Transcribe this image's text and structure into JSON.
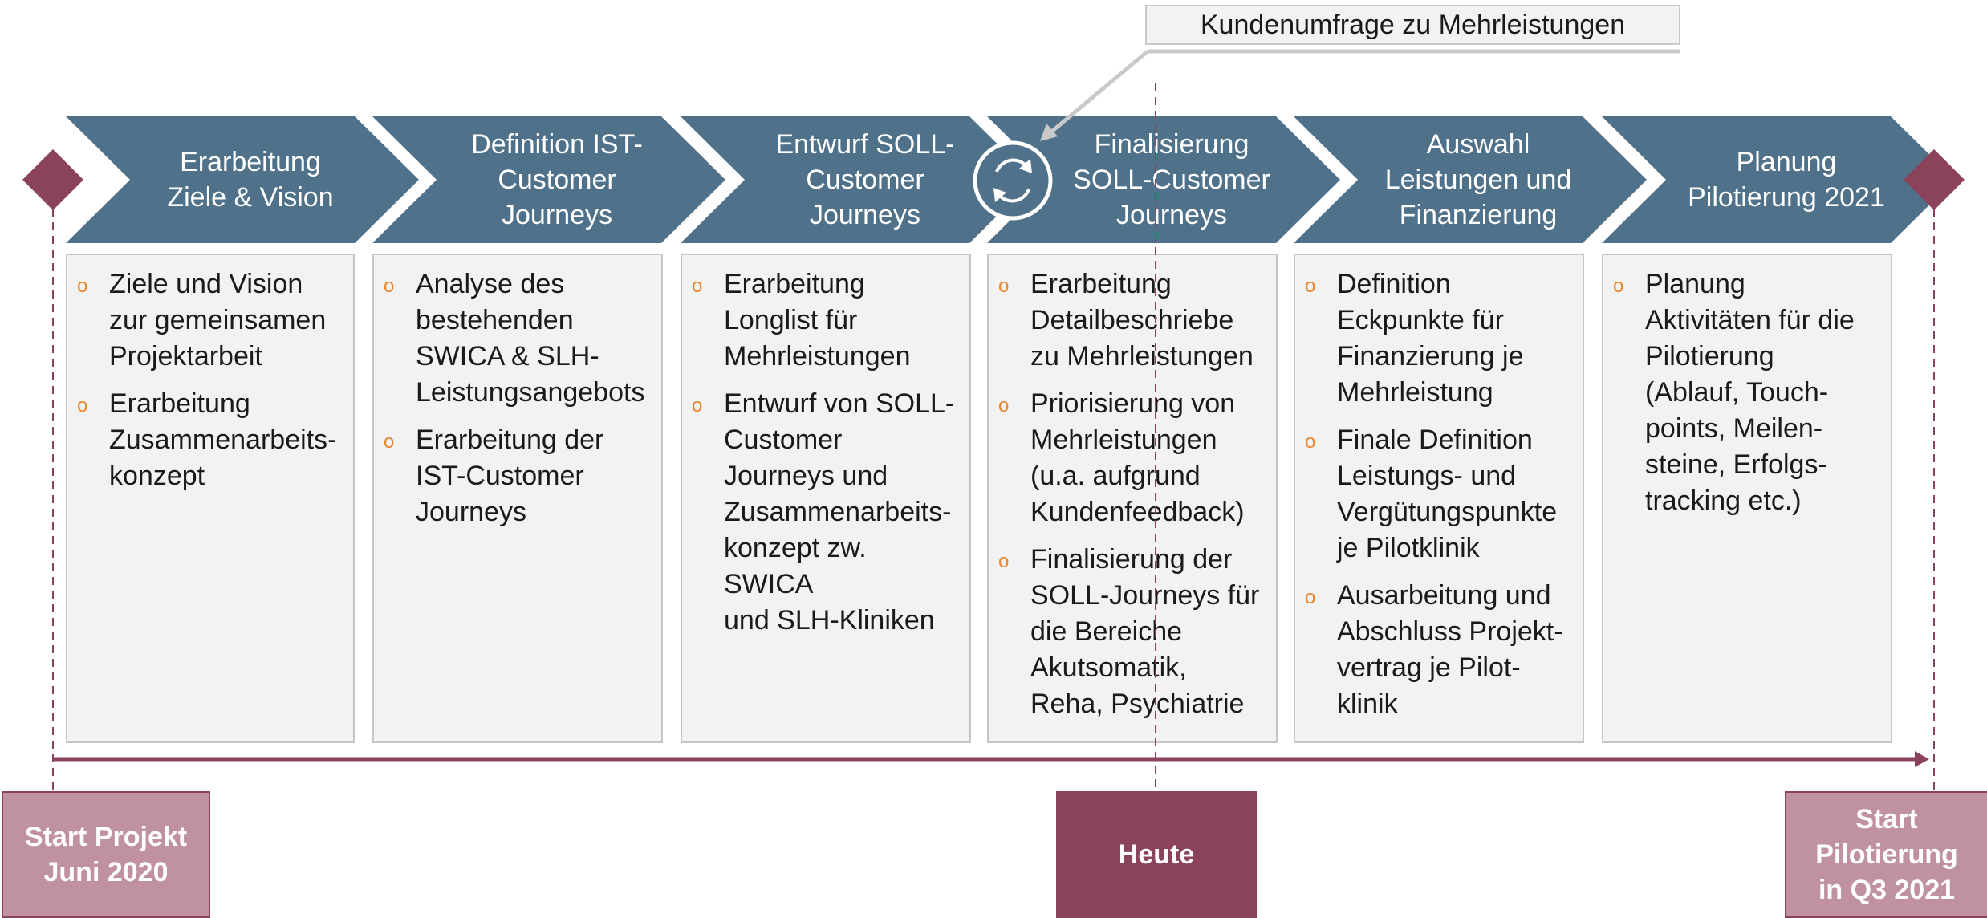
{
  "callout": {
    "label": "Kundenumfrage zu Mehrleistungen"
  },
  "colors": {
    "chevron": "#4f7189",
    "milestone_dark": "#8b4359",
    "milestone_light": "#c0929f",
    "bullet": "#e8872e",
    "box_bg": "#f2f2f2"
  },
  "phases": [
    {
      "title": "Erarbeitung\nZiele & Vision",
      "items": [
        "Ziele und Vision\nzur gemeinsamen\nProjektarbeit",
        "Erarbeitung\nZusammenarbeits-\nkonzept"
      ]
    },
    {
      "title": "Definition IST-\nCustomer\nJourneys",
      "items": [
        "Analyse des\nbestehenden\nSWICA & SLH-\nLeistungsangebots",
        "Erarbeitung der\nIST-Customer\nJourneys"
      ]
    },
    {
      "title": "Entwurf SOLL-\nCustomer\nJourneys",
      "items": [
        "Erarbeitung\nLonglist für\nMehrleistungen",
        "Entwurf von SOLL-\nCustomer\nJourneys und\nZusammenarbeits-\nkonzept zw. SWICA\nund SLH-Kliniken"
      ]
    },
    {
      "title": "Finalisierung\nSOLL-Customer\nJourneys",
      "items": [
        "Erarbeitung\nDetailbeschriebe\nzu Mehrleistungen",
        "Priorisierung von\nMehrleistungen\n(u.a. aufgrund\nKundenfeedback)",
        "Finalisierung der\nSOLL-Journeys für\ndie Bereiche\nAkutsomatik,\nReha, Psychiatrie"
      ]
    },
    {
      "title": "Auswahl\nLeistungen und\nFinanzierung",
      "items": [
        "Definition\nEckpunkte für\nFinanzierung je\nMehrleistung",
        "Finale Definition\nLeistungs- und\nVergütungspunkte\nje Pilotklinik",
        "Ausarbeitung und\nAbschluss Projekt-\nvertrag je Pilot-\nklinik"
      ]
    },
    {
      "title": "Planung\nPilotierung 2021",
      "items": [
        "Planung\nAktivitäten für die\nPilotierung\n(Ablauf, Touch-\npoints, Meilen-\nsteine, Erfolgs-\ntracking etc.)"
      ]
    }
  ],
  "milestones": {
    "start": "Start Projekt\nJuni 2020",
    "today": "Heute",
    "pilot": "Start\nPilotierung\nin Q3 2021"
  },
  "icons": {
    "cycle": "refresh-cycle-icon",
    "diamond": "milestone-diamond-icon"
  }
}
